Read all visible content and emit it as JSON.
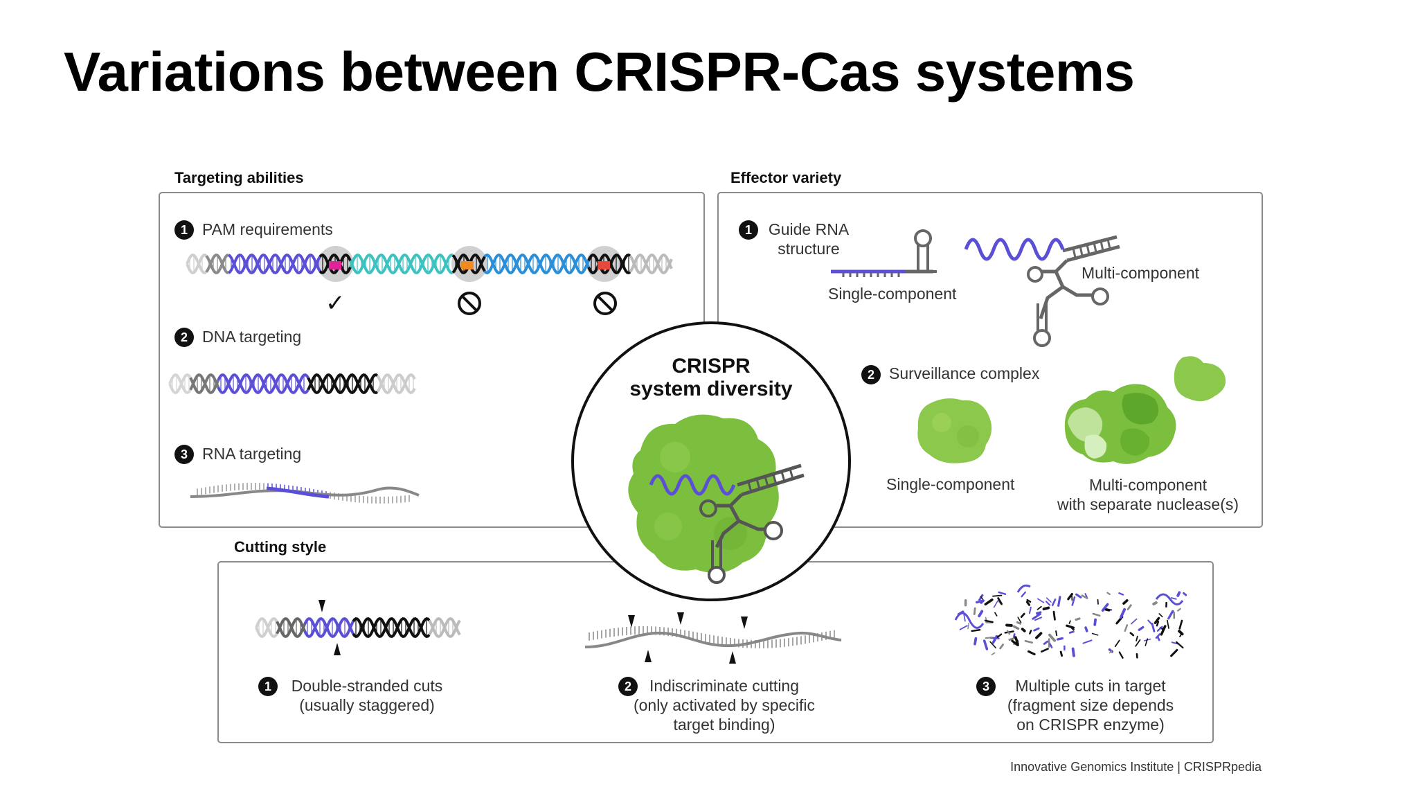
{
  "slide": {
    "title": "Variations between CRISPR-Cas systems"
  },
  "targeting": {
    "title": "Targeting abilities",
    "pam": {
      "num": "1",
      "label": "PAM requirements",
      "marks": [
        "✓",
        "⃠",
        "⃠"
      ]
    },
    "dna": {
      "num": "2",
      "label": "DNA targeting"
    },
    "rna": {
      "num": "3",
      "label": "RNA targeting"
    }
  },
  "effector": {
    "title": "Effector variety",
    "guide": {
      "num": "1",
      "label": "Guide RNA\nstructure",
      "single": "Single-component",
      "multi": "Multi-component"
    },
    "surveillance": {
      "num": "2",
      "label": "Surveillance complex",
      "single": "Single-component",
      "multi": "Multi-component\nwith separate nuclease(s)"
    }
  },
  "center": {
    "title": "CRISPR\nsystem diversity"
  },
  "cutting": {
    "title": "Cutting style",
    "ds": {
      "num": "1",
      "label": "Double-stranded cuts\n(usually staggered)"
    },
    "indiscriminate": {
      "num": "2",
      "label": "Indiscriminate cutting\n(only activated by specific\ntarget binding)"
    },
    "multiple": {
      "num": "3",
      "label": "Multiple cuts in target\n(fragment size depends\non CRISPR enzyme)"
    }
  },
  "credit": "Innovative Genomics Institute | CRISPRpedia",
  "colors": {
    "purple": "#5b4fd6",
    "teal": "#3cc2c0",
    "blue": "#2a8fd8",
    "green": "#7cbf3f",
    "magenta": "#e0239b",
    "orange": "#f08a24",
    "red": "#e8473b"
  }
}
